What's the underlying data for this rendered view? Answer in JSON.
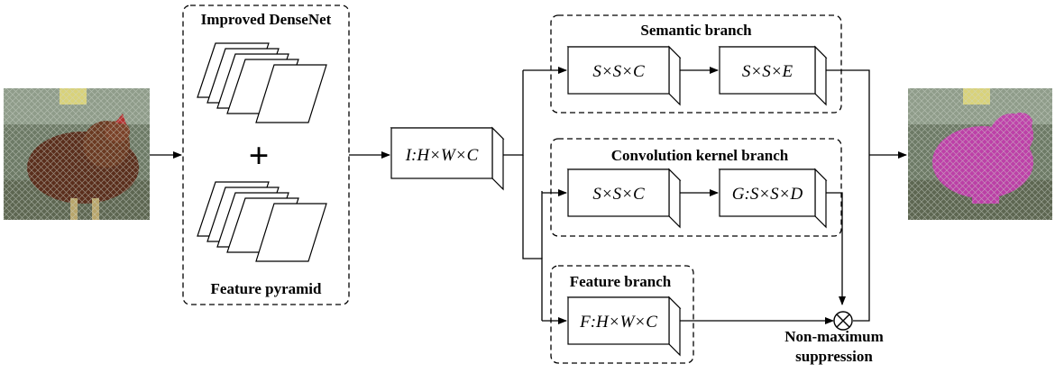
{
  "backbone": {
    "densenet_label": "Improved DenseNet",
    "plus_symbol": "+",
    "pyramid_label": "Feature pyramid"
  },
  "input_tensor": {
    "label": "I:H×W×C"
  },
  "semantic_branch": {
    "title": "Semantic branch",
    "box1": "S×S×C",
    "box2": "S×S×E"
  },
  "kernel_branch": {
    "title": "Convolution kernel branch",
    "box1": "S×S×C",
    "box2": "G:S×S×D"
  },
  "feature_branch": {
    "title": "Feature branch",
    "box1": "F:H×W×C"
  },
  "nms": {
    "symbol": "⊗",
    "line1": "Non-maximum",
    "line2": "suppression"
  },
  "images": {
    "input_photo": "hen-in-cage-photo",
    "output_photo": "segmented-hen-photo",
    "mask_color": "#c43cae"
  }
}
